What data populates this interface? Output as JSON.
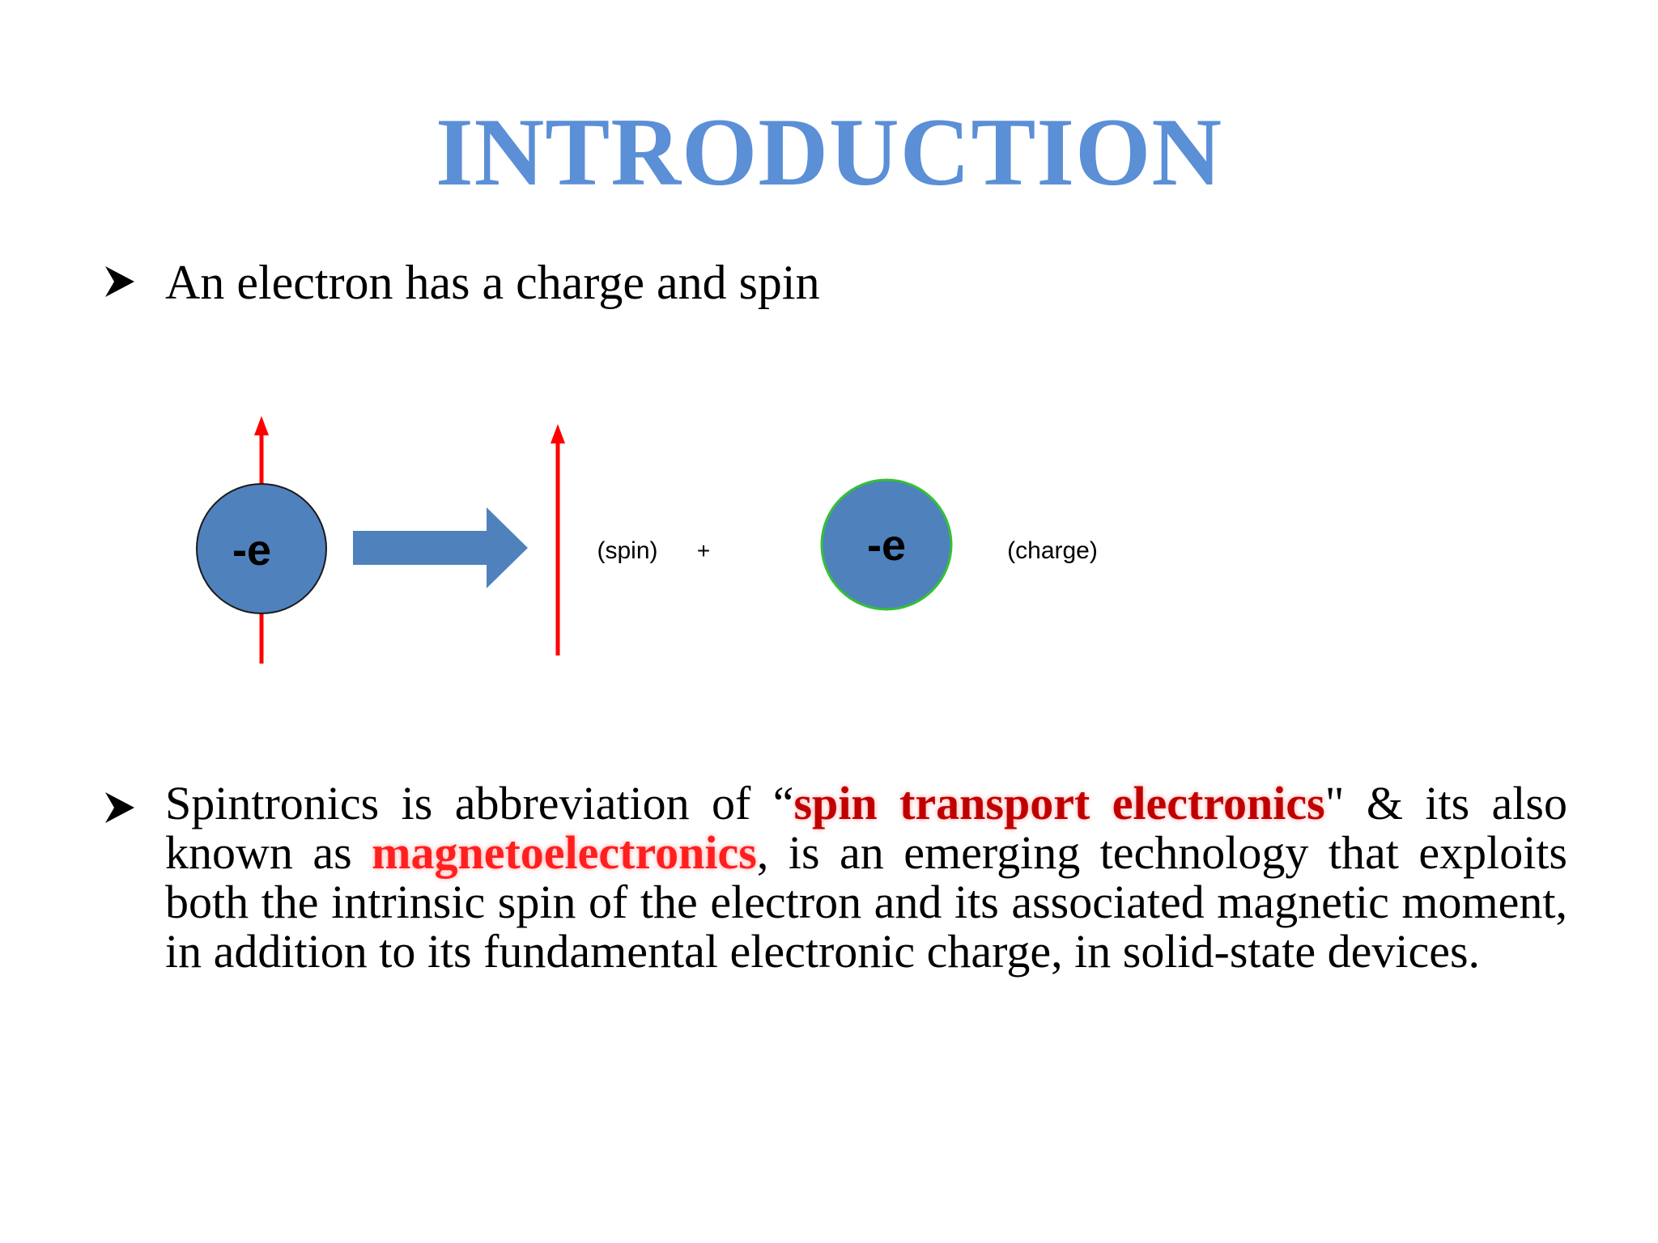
{
  "slide": {
    "title": "INTRODUCTION",
    "title_color": "#5b8fd6",
    "bullet_icon": "arrowhead-bullet-icon",
    "bullet1": {
      "text": "An electron has a charge and spin"
    },
    "diagram": {
      "electron_spin_label": "-e",
      "spin_label": "(spin)",
      "plus_label": "+",
      "electron_charge_label": "-e",
      "charge_label": "(charge)",
      "electron_fill": "#4f81bd",
      "spin_arrow_color": "#ff0000",
      "charge_outline_color": "#35c035",
      "icons": [
        "spin-axis-arrow-icon",
        "block-arrow-right-icon",
        "spin-arrow-icon"
      ]
    },
    "bullet2": {
      "part1": "Spintronics is abbreviation of “",
      "highlight1": "spin transport electronics",
      "part2": "\" & its also known as ",
      "highlight2": "magnetoelectronics",
      "part3": ", is an emerging technology that exploits both the intrinsic spin of the electron and its associated magnetic moment, in addition to its fundamental electronic charge, in solid-state devices.",
      "highlight1_color": "#c00000",
      "highlight2_color": "#ff1f1f"
    }
  }
}
